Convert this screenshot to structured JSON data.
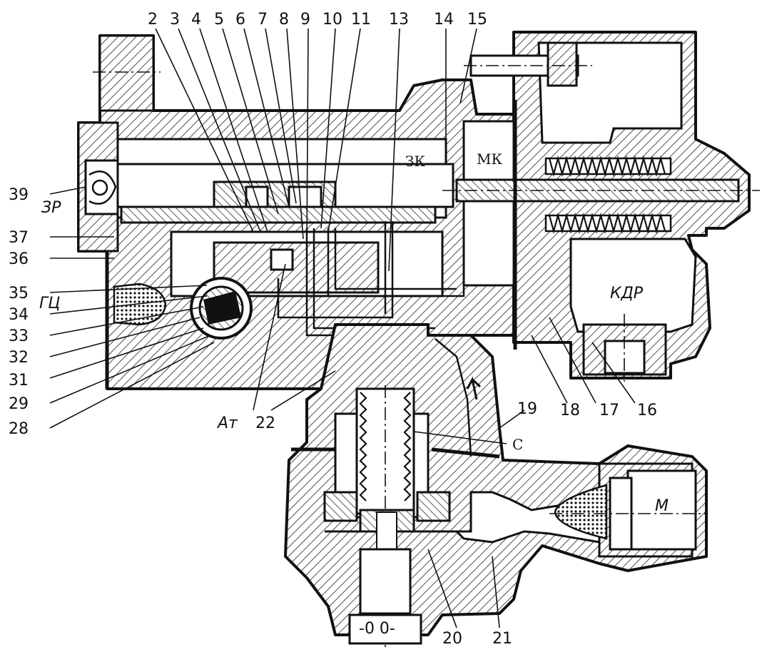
{
  "figure": {
    "top_numbers": [
      "2",
      "3",
      "4",
      "5",
      "6",
      "7",
      "8",
      "9",
      "10",
      "11",
      "13",
      "14",
      "15"
    ],
    "left_numbers": [
      "39",
      "37",
      "36",
      "35",
      "34",
      "33",
      "32",
      "31",
      "29",
      "28"
    ],
    "bottom_numbers": [
      "22",
      "19",
      "18",
      "17",
      "16",
      "20",
      "21"
    ],
    "zone_labels": {
      "zr": "ЗР",
      "gc": "ГЦ",
      "at": "Ат",
      "zk": "ЗК",
      "mk": "МК",
      "kdr": "КДР",
      "c": "С",
      "m": "М"
    },
    "valve_marks": "-0  0-"
  }
}
